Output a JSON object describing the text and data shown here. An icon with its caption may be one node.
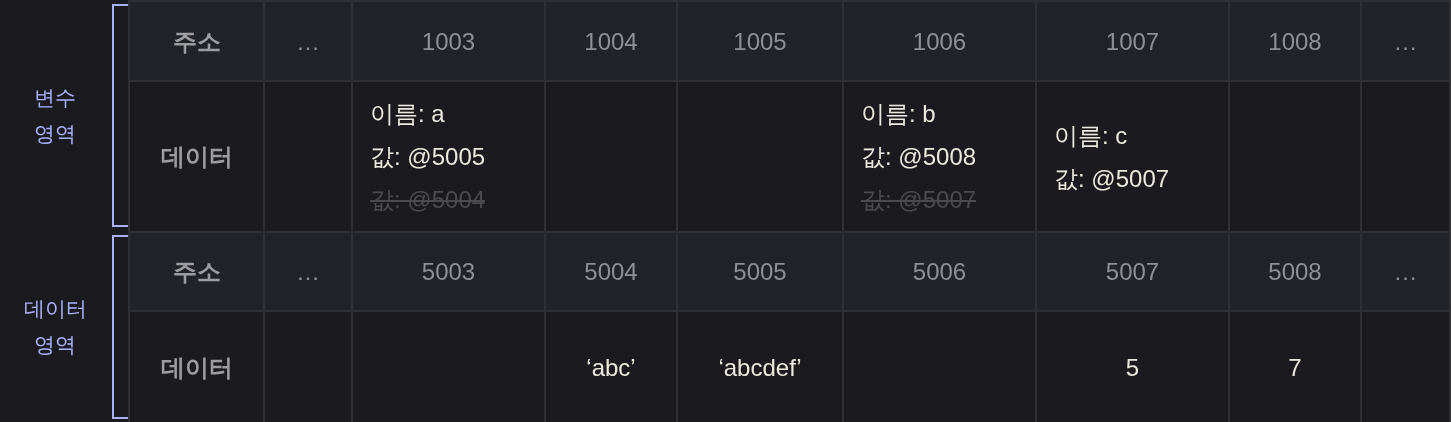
{
  "diagram": {
    "labels": [
      "변수 영역",
      "주소",
      "…",
      "1003",
      "1004",
      "1005",
      "1006",
      "1007",
      "1008",
      "…",
      "데이터",
      "이름: a",
      "값: @5005",
      "값: @5004",
      "이름: b",
      "값: @5008",
      "값: @5007",
      "이름: c",
      "값: @5007",
      "데이터 영역",
      "주소",
      "…",
      "5003",
      "5004",
      "5005",
      "5006",
      "5007",
      "5008",
      "…",
      "데이터",
      "‘abc’",
      "‘abcdef’",
      "5",
      "7"
    ]
  }
}
